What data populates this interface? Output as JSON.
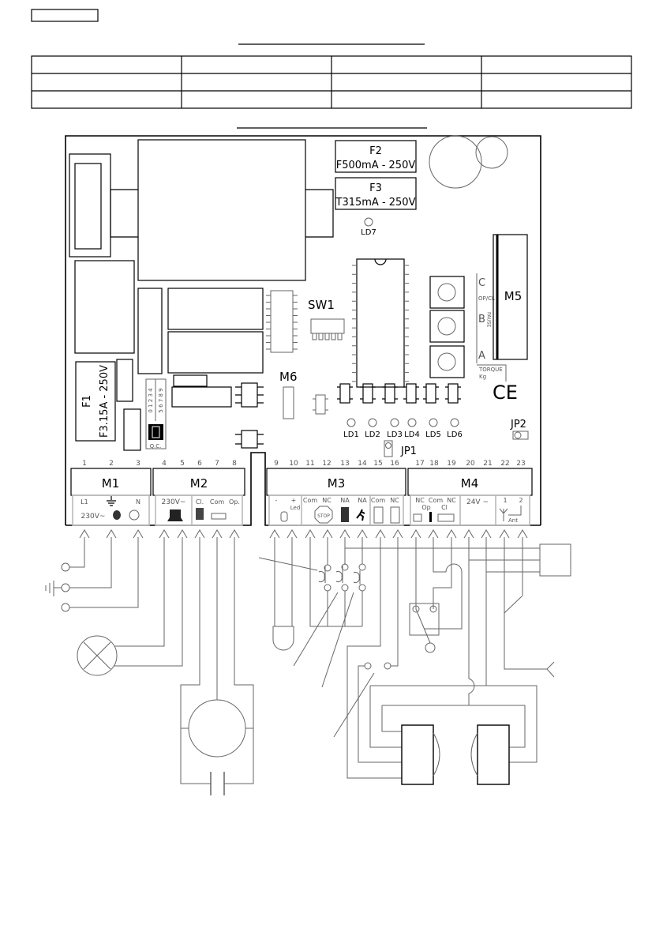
{
  "board": {
    "f2": {
      "name": "F2",
      "rating": "F500mA - 250V"
    },
    "f3": {
      "name": "F3",
      "rating": "T315mA - 250V"
    },
    "f1": {
      "name": "F1",
      "rating": "F3.15A - 250V"
    },
    "ld7": "LD7",
    "sw1": "SW1",
    "m6": "M6",
    "m5": "M5",
    "trimmers": {
      "c": "C",
      "opcl": "OP/CL",
      "b": "B",
      "pause": "PAUSE",
      "a": "A",
      "torque": "TORQUE",
      "kg": "Kg"
    },
    "qc": {
      "row1": "0 1 2 3 4",
      "row2": "5 6 7 8 9",
      "label": "Q.C."
    },
    "leds": [
      "LD1",
      "LD2",
      "LD3",
      "LD4",
      "LD5",
      "LD6"
    ],
    "jp1": "JP1",
    "jp2": "JP2",
    "ce": "CE"
  },
  "terminals": {
    "numbers": [
      "1",
      "2",
      "3",
      "4",
      "5",
      "6",
      "7",
      "8",
      "9",
      "10",
      "11",
      "12",
      "13",
      "14",
      "15",
      "16",
      "17",
      "18",
      "19",
      "20",
      "21",
      "22",
      "23"
    ],
    "blocks": [
      "M1",
      "M2",
      "M3",
      "M4"
    ],
    "m1": {
      "l1": "L1",
      "n": "N",
      "voltage": "230V~"
    },
    "m2": {
      "voltage": "230V~",
      "cl": "Cl.",
      "com": "Com",
      "op": "Op."
    },
    "m3": {
      "minus": "-",
      "plus": "+",
      "led": "Led",
      "com1": "Com",
      "nc1": "NC",
      "stop": "STOP",
      "na1": "NA",
      "na2": "NA",
      "com2": "Com",
      "nc2": "NC"
    },
    "m4": {
      "nc1": "NC",
      "com": "Com",
      "nc2": "NC",
      "op": "Op",
      "cl": "Cl",
      "v24": "24V ~",
      "a1": "1",
      "a2": "2",
      "ant": "Ant"
    }
  }
}
